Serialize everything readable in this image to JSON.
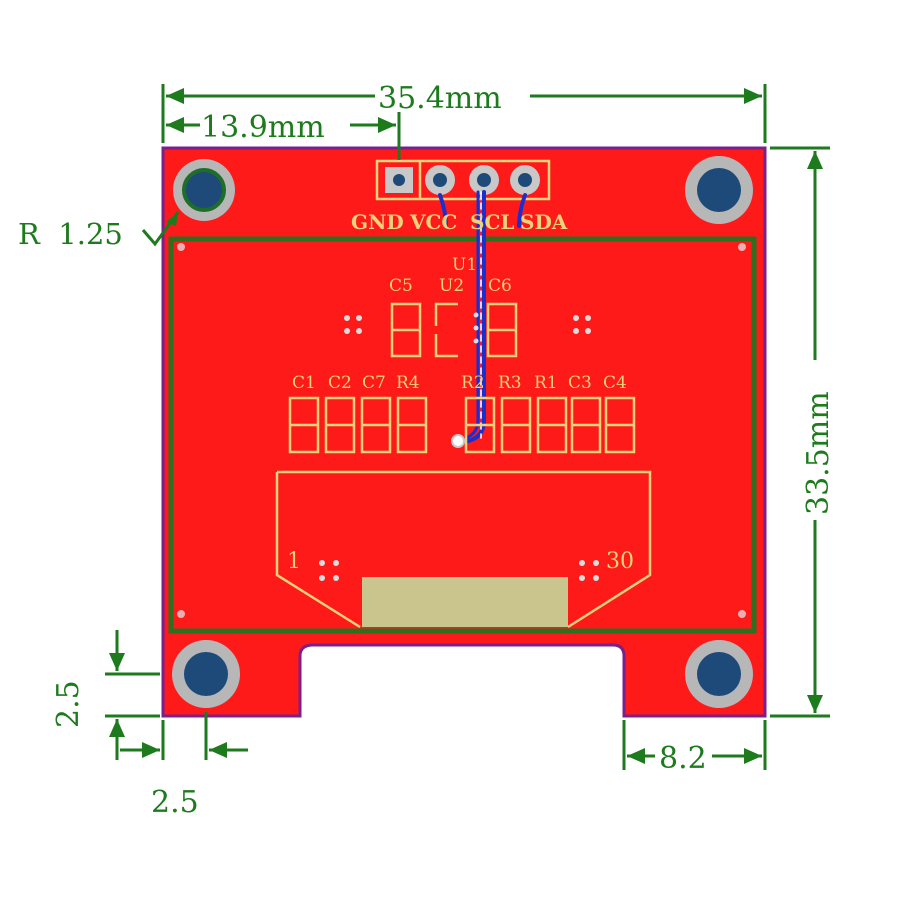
{
  "colors": {
    "board": "#ff1a1a",
    "outline": "#7a1f8c",
    "dimension": "#1d7a1d",
    "silkscreen": "#ecd27a",
    "hole": "#1e4a7a",
    "trace": "#1a2fd0"
  },
  "dimensions": {
    "width": "35.4mm",
    "pin_offset": "13.9mm",
    "height": "33.5mm",
    "hole_radius": "R  1.25",
    "hole_margin_y": "2.5",
    "hole_margin_x": "2.5",
    "notch_width": "8.2"
  },
  "pins": [
    "GND",
    "VCC",
    "SCL",
    "SDA"
  ],
  "components": {
    "u1": "U1",
    "u2": "U2",
    "c5": "C5",
    "c6": "C6",
    "row_left": [
      "C1",
      "C2",
      "C7",
      "R4"
    ],
    "row_right": [
      "R2",
      "R3",
      "R1",
      "C3",
      "C4"
    ]
  },
  "connector": {
    "pin_first": "1",
    "pin_last": "30"
  }
}
